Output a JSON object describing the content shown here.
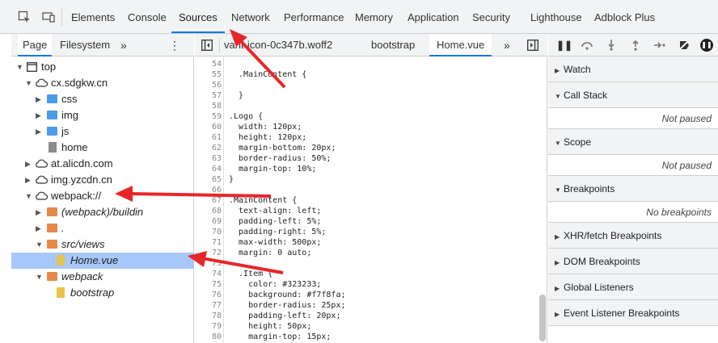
{
  "toolbar": {
    "tabs": [
      "Elements",
      "Console",
      "Sources",
      "Network",
      "Performance",
      "Memory",
      "Application",
      "Security",
      "Lighthouse",
      "Adblock Plus"
    ],
    "active_tab": "Sources"
  },
  "navigator": {
    "tabs": [
      "Page",
      "Filesystem"
    ],
    "more": "»",
    "menu": "⋮",
    "tree": [
      {
        "label": "top"
      },
      {
        "label": "cx.sdgkw.cn"
      },
      {
        "label": "css"
      },
      {
        "label": "img"
      },
      {
        "label": "js"
      },
      {
        "label": "home"
      },
      {
        "label": "at.alicdn.com"
      },
      {
        "label": "img.yzcdn.cn"
      },
      {
        "label": "webpack://"
      },
      {
        "label": "(webpack)/buildin"
      },
      {
        "label": "."
      },
      {
        "label": "src/views"
      },
      {
        "label": "Home.vue"
      },
      {
        "label": "webpack"
      },
      {
        "label": "bootstrap"
      }
    ]
  },
  "editor": {
    "tabs": [
      "vant-icon-0c347b.woff2",
      "bootstrap",
      "Home.vue"
    ],
    "active_tab": "Home.vue",
    "more": "»",
    "lines": [
      {
        "n": "54",
        "t": ""
      },
      {
        "n": "55",
        "t": "  .MainContent {"
      },
      {
        "n": "56",
        "t": ""
      },
      {
        "n": "57",
        "t": "  }"
      },
      {
        "n": "58",
        "t": ""
      },
      {
        "n": "59",
        "t": ".Logo {"
      },
      {
        "n": "60",
        "t": "  width: 120px;"
      },
      {
        "n": "61",
        "t": "  height: 120px;"
      },
      {
        "n": "62",
        "t": "  margin-bottom: 20px;"
      },
      {
        "n": "63",
        "t": "  border-radius: 50%;"
      },
      {
        "n": "64",
        "t": "  margin-top: 10%;"
      },
      {
        "n": "65",
        "t": "}"
      },
      {
        "n": "66",
        "t": ""
      },
      {
        "n": "67",
        "t": ".MainContent {"
      },
      {
        "n": "68",
        "t": "  text-align: left;"
      },
      {
        "n": "69",
        "t": "  padding-left: 5%;"
      },
      {
        "n": "70",
        "t": "  padding-right: 5%;"
      },
      {
        "n": "71",
        "t": "  max-width: 500px;"
      },
      {
        "n": "72",
        "t": "  margin: 0 auto;"
      },
      {
        "n": "73",
        "t": ""
      },
      {
        "n": "74",
        "t": "  .Item {"
      },
      {
        "n": "75",
        "t": "    color: #323233;"
      },
      {
        "n": "76",
        "t": "    background: #f7f8fa;"
      },
      {
        "n": "77",
        "t": "    border-radius: 25px;"
      },
      {
        "n": "78",
        "t": "    padding-left: 20px;"
      },
      {
        "n": "79",
        "t": "    height: 50px;"
      },
      {
        "n": "80",
        "t": "    margin-top: 15px;"
      }
    ]
  },
  "debugger": {
    "sections": [
      "Watch",
      "Call Stack",
      "Scope",
      "Breakpoints",
      "XHR/fetch Breakpoints",
      "DOM Breakpoints",
      "Global Listeners",
      "Event Listener Breakpoints"
    ],
    "not_paused": "Not paused",
    "no_breakpoints": "No breakpoints"
  },
  "colors": {
    "accent": "#1a73e8",
    "arrow": "#e8262a",
    "selected_row": "#a8c7fa"
  }
}
